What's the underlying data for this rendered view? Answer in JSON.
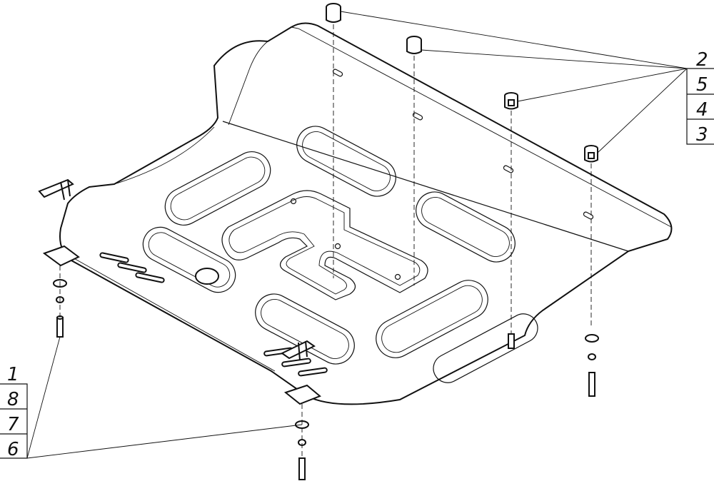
{
  "callouts": {
    "top_right": [
      "2",
      "5",
      "4",
      "3"
    ],
    "bottom_left": [
      "1",
      "8",
      "7",
      "6"
    ]
  }
}
